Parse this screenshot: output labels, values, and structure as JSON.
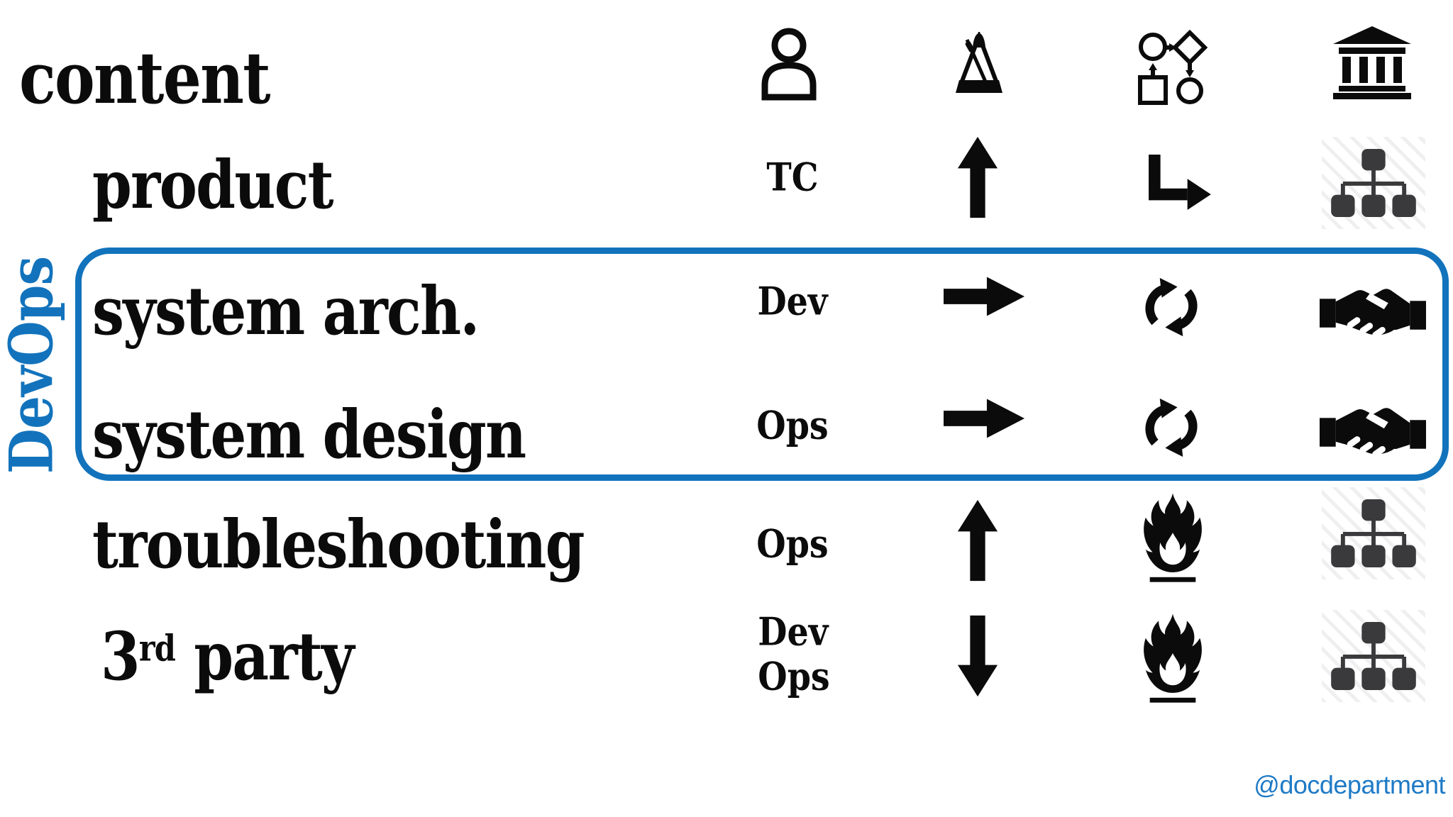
{
  "slide": {
    "title": "content",
    "columns": [
      "person-icon",
      "metronome-icon",
      "flowchart-icon",
      "bank-icon"
    ],
    "rows": [
      {
        "label": "product",
        "actors": [
          "TC"
        ],
        "cells": [
          "arrow-up-icon",
          "turn-right-arrow-icon",
          "org-chart-icon"
        ]
      },
      {
        "label": "system arch.",
        "actors": [
          "Dev"
        ],
        "cells": [
          "arrow-right-icon",
          "cycle-icon",
          "handshake-icon"
        ],
        "group": "DevOps"
      },
      {
        "label": "system design",
        "actors": [
          "Ops"
        ],
        "cells": [
          "arrow-right-icon",
          "cycle-icon",
          "handshake-icon"
        ],
        "group": "DevOps"
      },
      {
        "label": "troubleshooting",
        "actors": [
          "Ops"
        ],
        "cells": [
          "arrow-up-icon",
          "fire-icon",
          "org-chart-icon"
        ]
      },
      {
        "label": "3rd party",
        "label_parts": {
          "base": "3",
          "sup": "rd",
          "rest": " party"
        },
        "actors": [
          "Dev",
          "Ops"
        ],
        "cells": [
          "arrow-down-icon",
          "fire-icon",
          "org-chart-icon"
        ]
      }
    ],
    "group": {
      "label": "DevOps"
    },
    "footer": {
      "handle": "@docdepartment"
    },
    "colors": {
      "accent_blue": "#1273bc",
      "handle_blue": "#1e7ac6",
      "icon_gray": "#3a3a3c",
      "ink": "#0b0b0b"
    }
  }
}
